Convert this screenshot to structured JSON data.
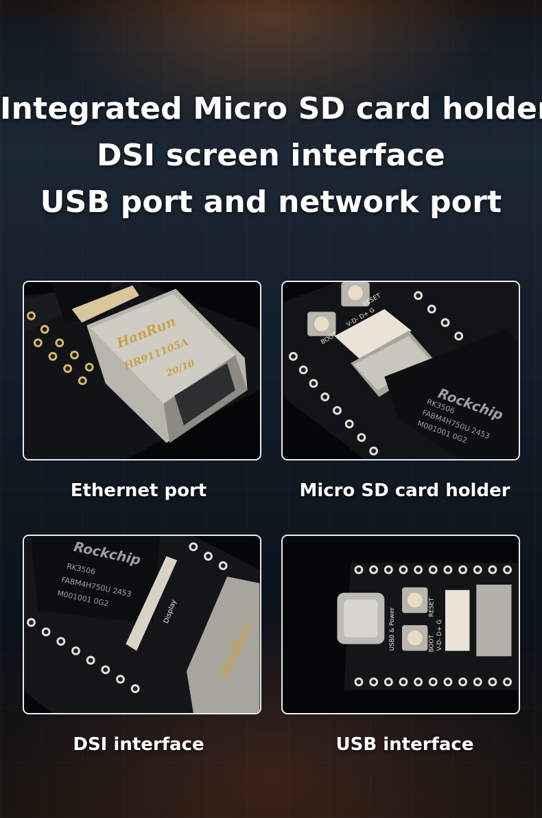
{
  "headline": {
    "line1": "Integrated Micro SD card holder",
    "line2": "DSI screen interface",
    "line3": "USB port and network port"
  },
  "panels": [
    {
      "caption": "Ethernet port",
      "labels": {
        "brand": "HanRun",
        "model": "HR911105A",
        "code": "20/10"
      }
    },
    {
      "caption": "Micro SD card holder",
      "labels": {
        "brand": "Rockchip",
        "part": "RK3506",
        "line2": "FABM4H750U 2453",
        "line3": "M001001 0G2",
        "silk1": "BOOT",
        "silk2": "RESET",
        "silk3": "V-D- D+ G"
      }
    },
    {
      "caption": "DSI interface",
      "labels": {
        "brand": "Rockchip",
        "part": "RK3506",
        "line2": "FABM4H750U 2453",
        "line3": "M001001 0G2",
        "silk1": "Display",
        "brand2": "HanRun"
      }
    },
    {
      "caption": "USB interface",
      "labels": {
        "silk1": "USB0 & Power",
        "silk2": "BOOT",
        "silk3": "RESET",
        "silk4": "V-D- D+ G"
      }
    }
  ]
}
